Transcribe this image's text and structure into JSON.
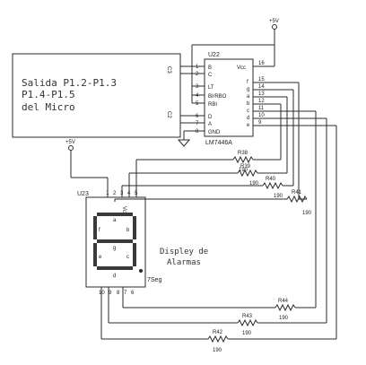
{
  "micro": {
    "line1": "Salida P1.2-P1.3",
    "line2": "P1.4-P1.5",
    "line3": "del Micro",
    "pin_c3": "C3",
    "pin_c2": "C2"
  },
  "power": {
    "vcc_top": "+5V",
    "vcc_left": "+5V"
  },
  "ic": {
    "ref": "U22",
    "part": "LM7446A",
    "left_pins": [
      {
        "num": "1",
        "name": "B"
      },
      {
        "num": "2",
        "name": "C"
      },
      {
        "num": "3",
        "name": "LT"
      },
      {
        "num": "4",
        "name": "BI/RBO"
      },
      {
        "num": "5",
        "name": "RBI"
      },
      {
        "num": "6",
        "name": "D"
      },
      {
        "num": "7",
        "name": "A"
      },
      {
        "num": "8",
        "name": "GND"
      }
    ],
    "vcc_name": "Vcc",
    "vcc_num": "16",
    "right_pins": [
      {
        "num": "15",
        "name": "f"
      },
      {
        "num": "14",
        "name": "g"
      },
      {
        "num": "13",
        "name": "a"
      },
      {
        "num": "12",
        "name": "b"
      },
      {
        "num": "11",
        "name": "c"
      },
      {
        "num": "10",
        "name": "d"
      },
      {
        "num": "9",
        "name": "e"
      }
    ]
  },
  "resistors": [
    {
      "ref": "R38",
      "value": "190"
    },
    {
      "ref": "R39",
      "value": "190"
    },
    {
      "ref": "R40",
      "value": "190"
    },
    {
      "ref": "R41",
      "value": "190"
    },
    {
      "ref": "R44",
      "value": "190"
    },
    {
      "ref": "R43",
      "value": "190"
    },
    {
      "ref": "R42",
      "value": "190"
    }
  ],
  "display": {
    "ref": "U23",
    "part": "7Seg",
    "vcc_label": "Vcc",
    "top_pins": [
      "1",
      "2",
      "3",
      "4",
      "5"
    ],
    "bottom_pins": [
      "10",
      "9",
      "8",
      "7",
      "6"
    ],
    "seg_letters": [
      "a",
      "f",
      "b",
      "g",
      "e",
      "c",
      "d"
    ],
    "caption_line1": "Displey de",
    "caption_line2": "Alarmas"
  }
}
